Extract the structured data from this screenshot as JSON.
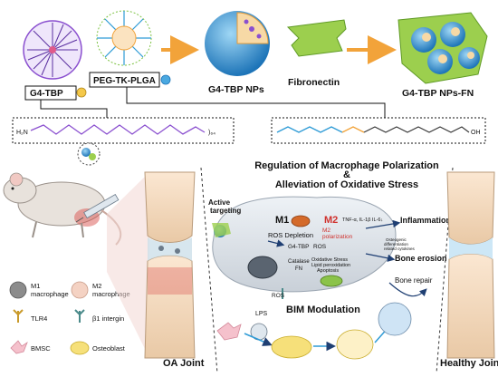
{
  "top": {
    "g4_tbp": "G4-TBP",
    "peg_tk_plga": "PEG-TK-PLGA",
    "g4_tbp_nps": "G4-TBP NPs",
    "fibronectin": "Fibronectin",
    "g4_tbp_nps_fn": "G4-TBP NPs-FN",
    "formula_left_start": "H₂N",
    "formula_left_end": ")₆₄",
    "formula_right_end": "OH"
  },
  "center": {
    "title_line1": "Regulation of Macrophage Polarization",
    "title_amp": "&",
    "title_line2": "Alleviation of Oxidative Stress",
    "active_targeting": "Active targeting",
    "m1": "M1",
    "m2": "M2",
    "m2_polarization": "M2 polarization",
    "ros_depletion": "ROS Depletion",
    "g4_tbp_label": "G4-TBP",
    "ros": "ROS",
    "cytokines_m1": "TNF-α, IL-1β IL-6↓",
    "inflammation": "Inflammation",
    "bone_erosion": "Bone erosion",
    "bone_repair": "Bone repair",
    "catalase": "Catalase",
    "fn_label": "FN",
    "oxidative_stress": "Oxidative Stress\nLipid peroxidation\nApoptosis",
    "lps": "LPS",
    "ros_small": "ROS",
    "bim_modulation": "BIM Modulation",
    "osteogenic": "Osteogenic\ndifferentiation\nrelated cytokines"
  },
  "legend": {
    "m1": "M1\nmacrophage",
    "m2": "M2\nmacrophage",
    "tlr4": "TLR4",
    "b1_integrin": "β1 intergin",
    "bmsc": "BMSC",
    "osteoblast": "Osteoblast"
  },
  "bottom": {
    "oa_joint": "OA Joint",
    "healthy_joint": "Healthy Joint"
  },
  "colors": {
    "blue": "#2e9bd6",
    "orange": "#f2a33a",
    "green": "#7cc242",
    "purple": "#8a4fcf",
    "dark_arrow": "#1f3f73"
  }
}
